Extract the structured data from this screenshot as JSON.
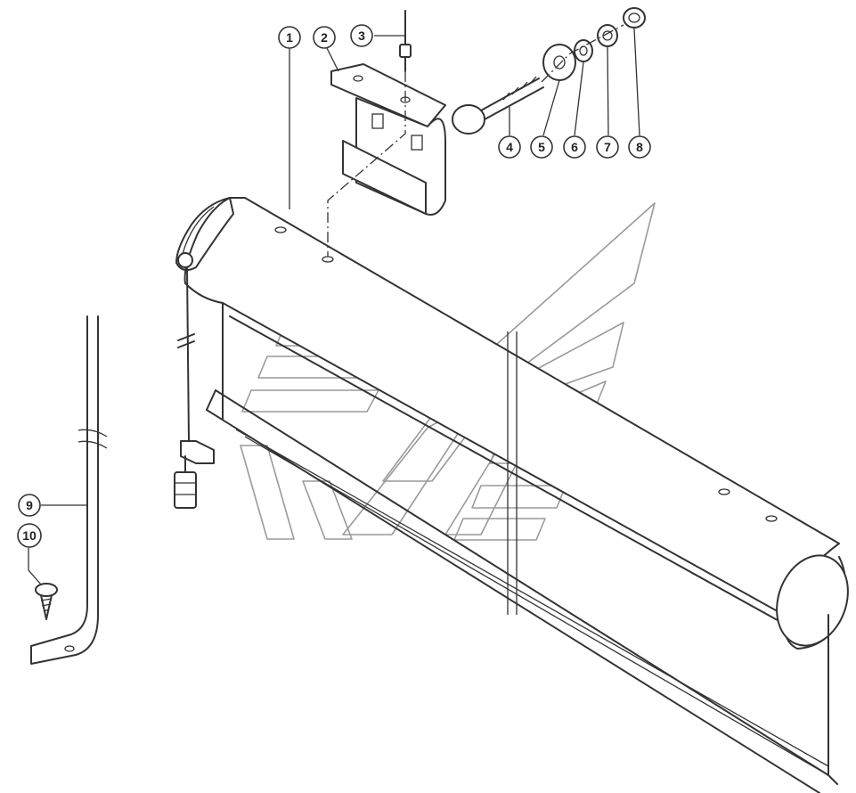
{
  "callouts": [
    {
      "id": "1",
      "label": "1"
    },
    {
      "id": "2",
      "label": "2"
    },
    {
      "id": "3",
      "label": "3"
    },
    {
      "id": "4",
      "label": "4"
    },
    {
      "id": "5",
      "label": "5"
    },
    {
      "id": "6",
      "label": "6"
    },
    {
      "id": "7",
      "label": "7"
    },
    {
      "id": "8",
      "label": "8"
    },
    {
      "id": "9",
      "label": "9"
    },
    {
      "id": "10",
      "label": "10"
    }
  ],
  "colors": {
    "line": "#333333",
    "watermark": "#9a9a9a",
    "background": "#ffffff"
  },
  "watermark_icon": "stylized-logo-watermark-icon"
}
